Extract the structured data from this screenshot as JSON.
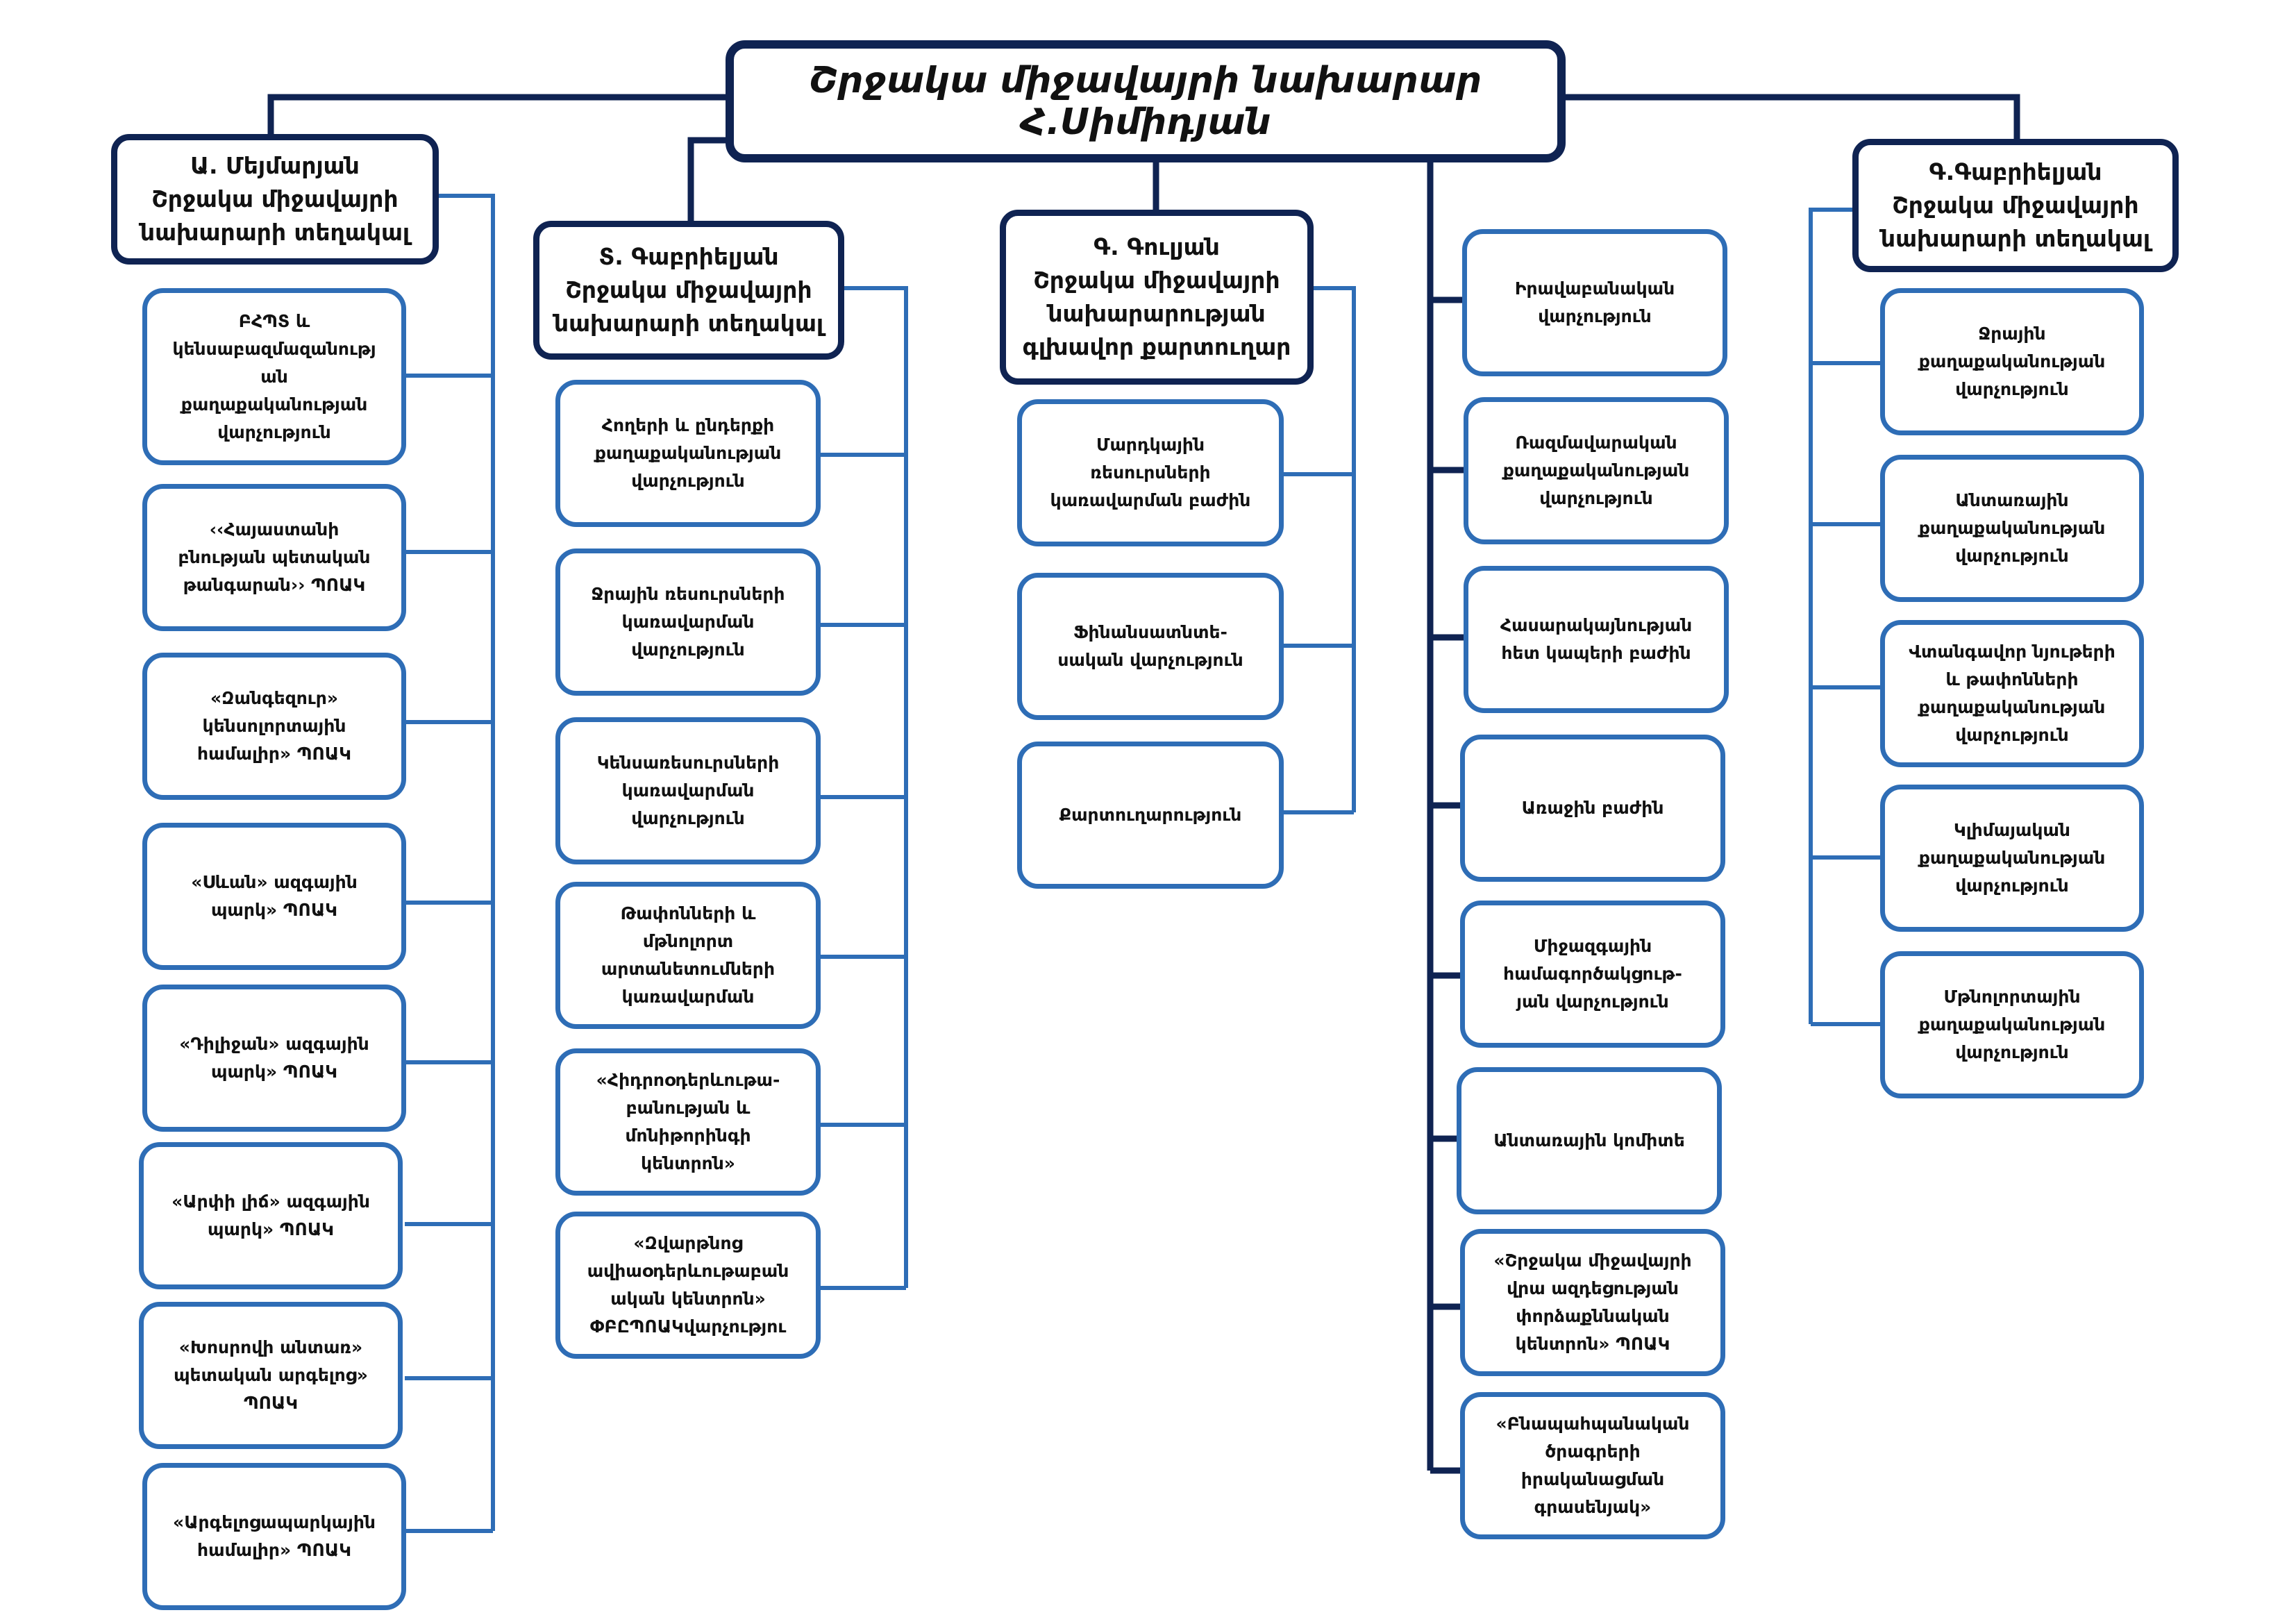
{
  "minister": "Շրջակա միջավայրի նախարար Հ.Սիմիդյան",
  "deputy_1": {
    "head": "Ա. Մեյմարյան\nՇրջակա միջավայրի\nնախարարի տեղակալ",
    "units": [
      "ԲՀՊՏ և\nկենսաբազմազանությ\nան\nքաղաքականության\nվարչություն",
      "‹‹Հայաստանի\nբնության պետական\nթանգարան›› ՊՈԱԿ",
      "«Զանգեզուր»\nկենսոլորտային\nհամալիր» ՊՈԱԿ",
      "«Սևան» ազգային\nպարկ» ՊՈԱԿ",
      "«Դիլիջան» ազգային\nպարկ» ՊՈԱԿ",
      "«Արփի լիճ» ազգային\nպարկ» ՊՈԱԿ",
      "«Խոսրովի անտառ»\nպետական արգելոց»\nՊՈԱԿ",
      "«Արգելոցապարկային\nհամալիր» ՊՈԱԿ"
    ]
  },
  "deputy_2": {
    "head": "Տ. Գաբրիելյան\nՇրջակա միջավայրի\nնախարարի տեղակալ",
    "units": [
      "Հողերի և ընդերքի\nքաղաքականության\nվարչություն",
      "Ջրային ռեսուրսների\nկառավարման\nվարչություն",
      "Կենսառեսուրսների\nկառավարման\nվարչություն",
      "Թափոնների և\nմթնոլորտ\nարտանետումների\nկառավարման",
      "«Հիդրոօդերևութա-\nբանության և\nմոնիթորինգի\nկենտրոն»",
      "«Զվարթնոց\nավիաօդերևութաբան\nական կենտրոն»\nՓԲԸՊՈԱԿվարչությու"
    ]
  },
  "secretary": {
    "head": "Գ. Գուլյան\nՇրջակա միջավայրի\nնախարարության\nգլխավոր քարտուղար",
    "units": [
      "Մարդկային\nռեսուրսների\nկառավարման բաժին",
      "Ֆինանսատնտե-\nսական վարչություն",
      "Քարտուղարություն"
    ]
  },
  "direct_units": [
    "Իրավաբանական\nվարչություն",
    "Ռազմավարական\nքաղաքականության\nվարչություն",
    "Հասարակայնության\nհետ կապերի բաժին",
    "Առաջին բաժին",
    "Միջազգային\nհամագործակցութ-\nյան վարչություն",
    "Անտառային կոմիտե",
    "«Շրջակա միջավայրի\nվրա ազդեցության\nփորձաքննական\nկենտրոն» ՊՈԱԿ",
    "«Բնապահպանական\nծրագրերի\nիրականացման\nգրասենյակ»"
  ],
  "deputy_3": {
    "head": "Գ.Գաբրիելյան\nՇրջակա միջավայրի\nնախարարի տեղակալ",
    "units": [
      "Ջրային\nքաղաքականության\nվարչություն",
      "Անտառային\nքաղաքականության\nվարչություն",
      "Վտանգավոր նյութերի\nև թափոնների\nքաղաքականության\nվարչություն",
      "Կլիմայական\nքաղաքականության\nվարչություն",
      "Մթնոլորտային\nքաղաքականության\nվարչություն"
    ]
  },
  "colors": {
    "head_border": "#0f2352",
    "unit_border": "#2e6db6",
    "connector_dark": "#0f2352",
    "connector_light": "#2e6db6"
  }
}
